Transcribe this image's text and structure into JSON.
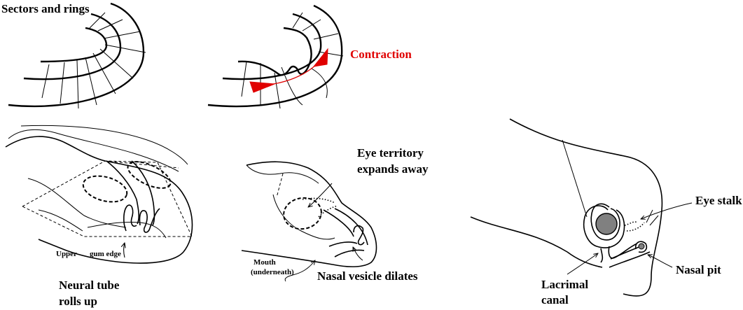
{
  "labels": {
    "sectors_rings": "Sectors and rings",
    "contraction": "Contraction",
    "neural_tube_line1": "Neural tube",
    "neural_tube_line2": "rolls up",
    "upper_gum_edge_1": "Upper",
    "upper_gum_edge_2": "gum edge",
    "eye_territory_line1": "Eye territory",
    "eye_territory_line2": "expands away",
    "mouth_line1": "Mouth",
    "mouth_line2": "(underneath)",
    "nasal_vesicle": "Nasal vesicle dilates",
    "eye_stalk": "Eye stalk",
    "nasal_pit": "Nasal pit",
    "lacrimal_line1": "Lacrimal",
    "lacrimal_line2": "canal"
  },
  "colors": {
    "ink": "#000000",
    "accent_red": "#e00000",
    "eye_fill": "#808080",
    "background": "#ffffff"
  }
}
